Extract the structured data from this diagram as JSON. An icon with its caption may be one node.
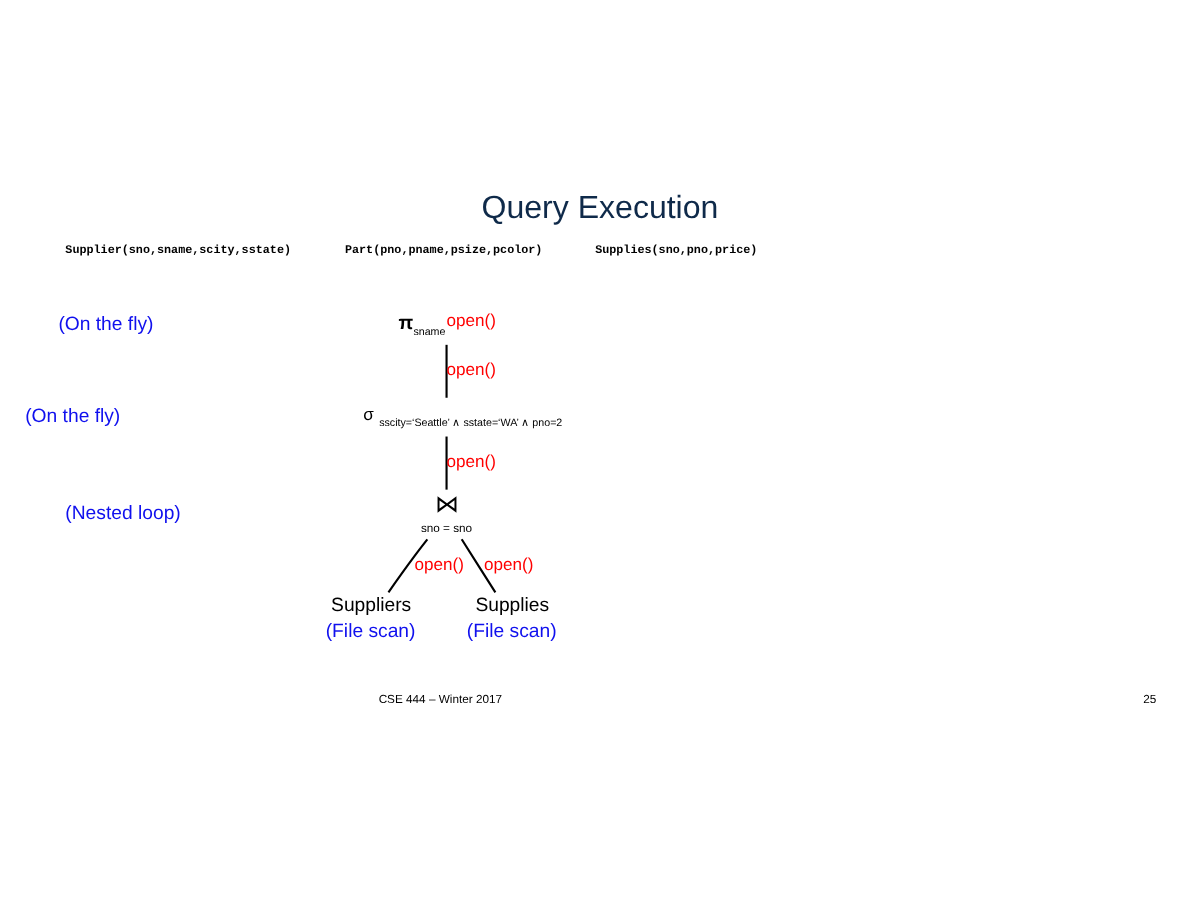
{
  "diagram": {
    "title": "Query Execution",
    "nodes": [
      {
        "text": [
          "**π**$_{sname}$"
        ],
        "beside": [
          "open()"
        ]
      },
      {
        "text": [
          "σ $_{sscity=‘Seattle’ ∧ sstate=‘WA’ ∧ pno=2}$"
        ]
      },
      {
        "text": [
          "⋈",
          "sno = sno"
        ]
      },
      {
        "text": [
          "Suppliers",
          "(File scan)"
        ]
      },
      {
        "text": [
          "Supplies",
          "(File scan)"
        ]
      }
    ],
    "edges": [
      {
        "from": 0,
        "to": 1,
        "arrow": "none",
        "label": "open()"
      },
      {
        "from": 1,
        "to": 2,
        "arrow": "none",
        "label": "open()"
      },
      {
        "from": 2,
        "to": 3,
        "arrow": "none",
        "label": "open()"
      },
      {
        "from": 2,
        "to": 4,
        "arrow": "none",
        "label": "open()"
      }
    ],
    "labels": [
      "Supplier(sno,sname,scity,sstate)",
      "Part(pno,pname,psize,pcolor)",
      "Supplies(sno,pno,price)",
      "(On the fly)",
      "(On the fly)",
      "(Nested loop)",
      "CSE 444 – Winter 2017",
      "25"
    ]
  }
}
